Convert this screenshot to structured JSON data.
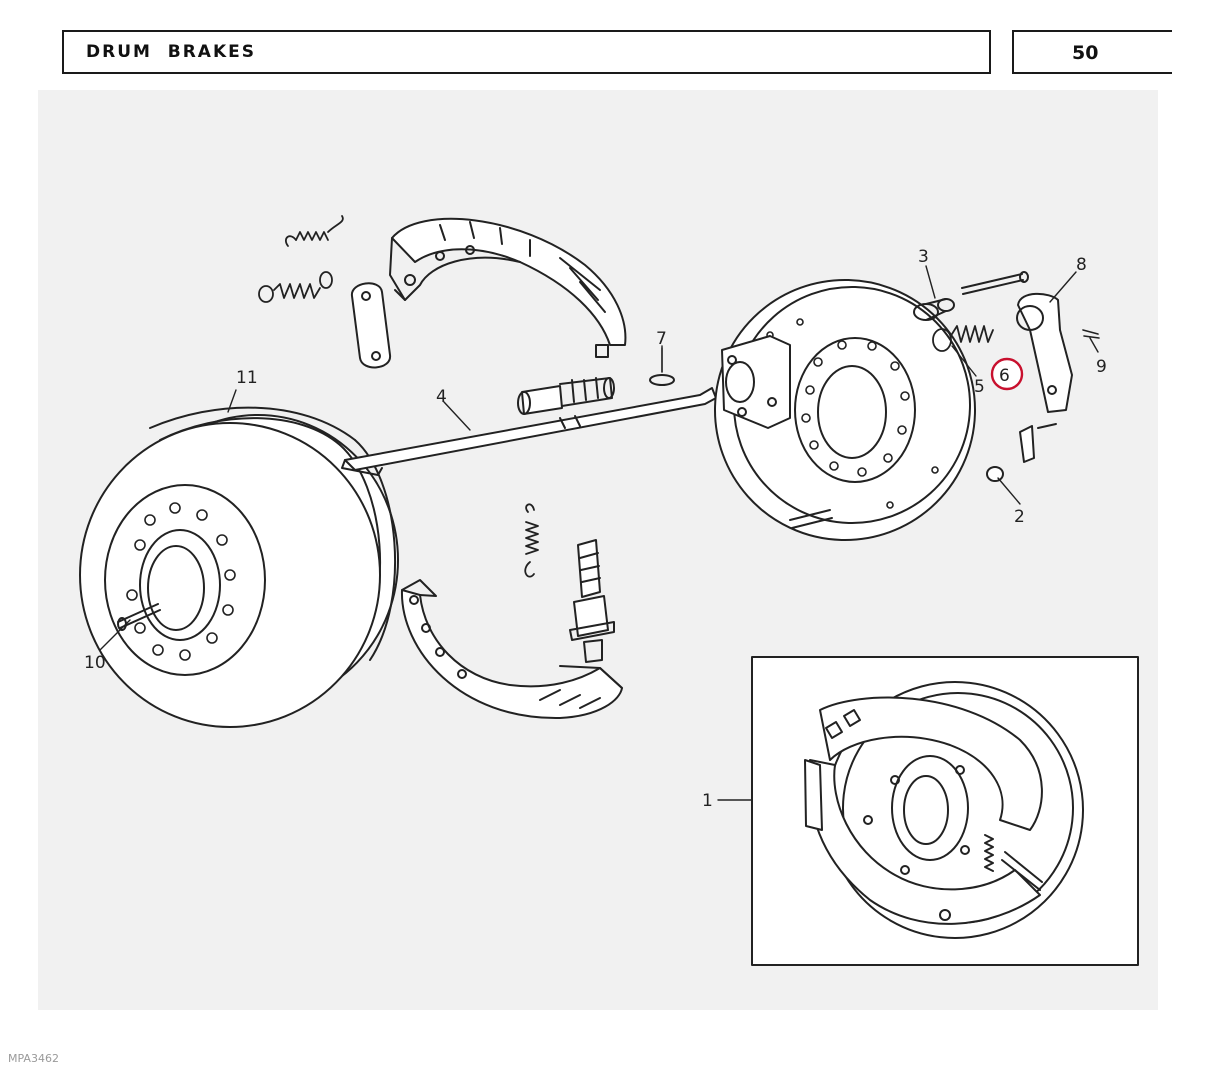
{
  "header": {
    "title": "DRUM  BRAKES",
    "page_number": "50"
  },
  "callouts": [
    {
      "id": "1",
      "label": "1"
    },
    {
      "id": "2",
      "label": "2"
    },
    {
      "id": "3",
      "label": "3"
    },
    {
      "id": "4",
      "label": "4"
    },
    {
      "id": "5",
      "label": "5"
    },
    {
      "id": "6",
      "label": "6",
      "highlighted": true
    },
    {
      "id": "7",
      "label": "7"
    },
    {
      "id": "8",
      "label": "8"
    },
    {
      "id": "9",
      "label": "9"
    },
    {
      "id": "10",
      "label": "10"
    },
    {
      "id": "11",
      "label": "11"
    }
  ],
  "highlight_color": "#c8102e",
  "footer": {
    "ref_code": "MPA3462"
  }
}
